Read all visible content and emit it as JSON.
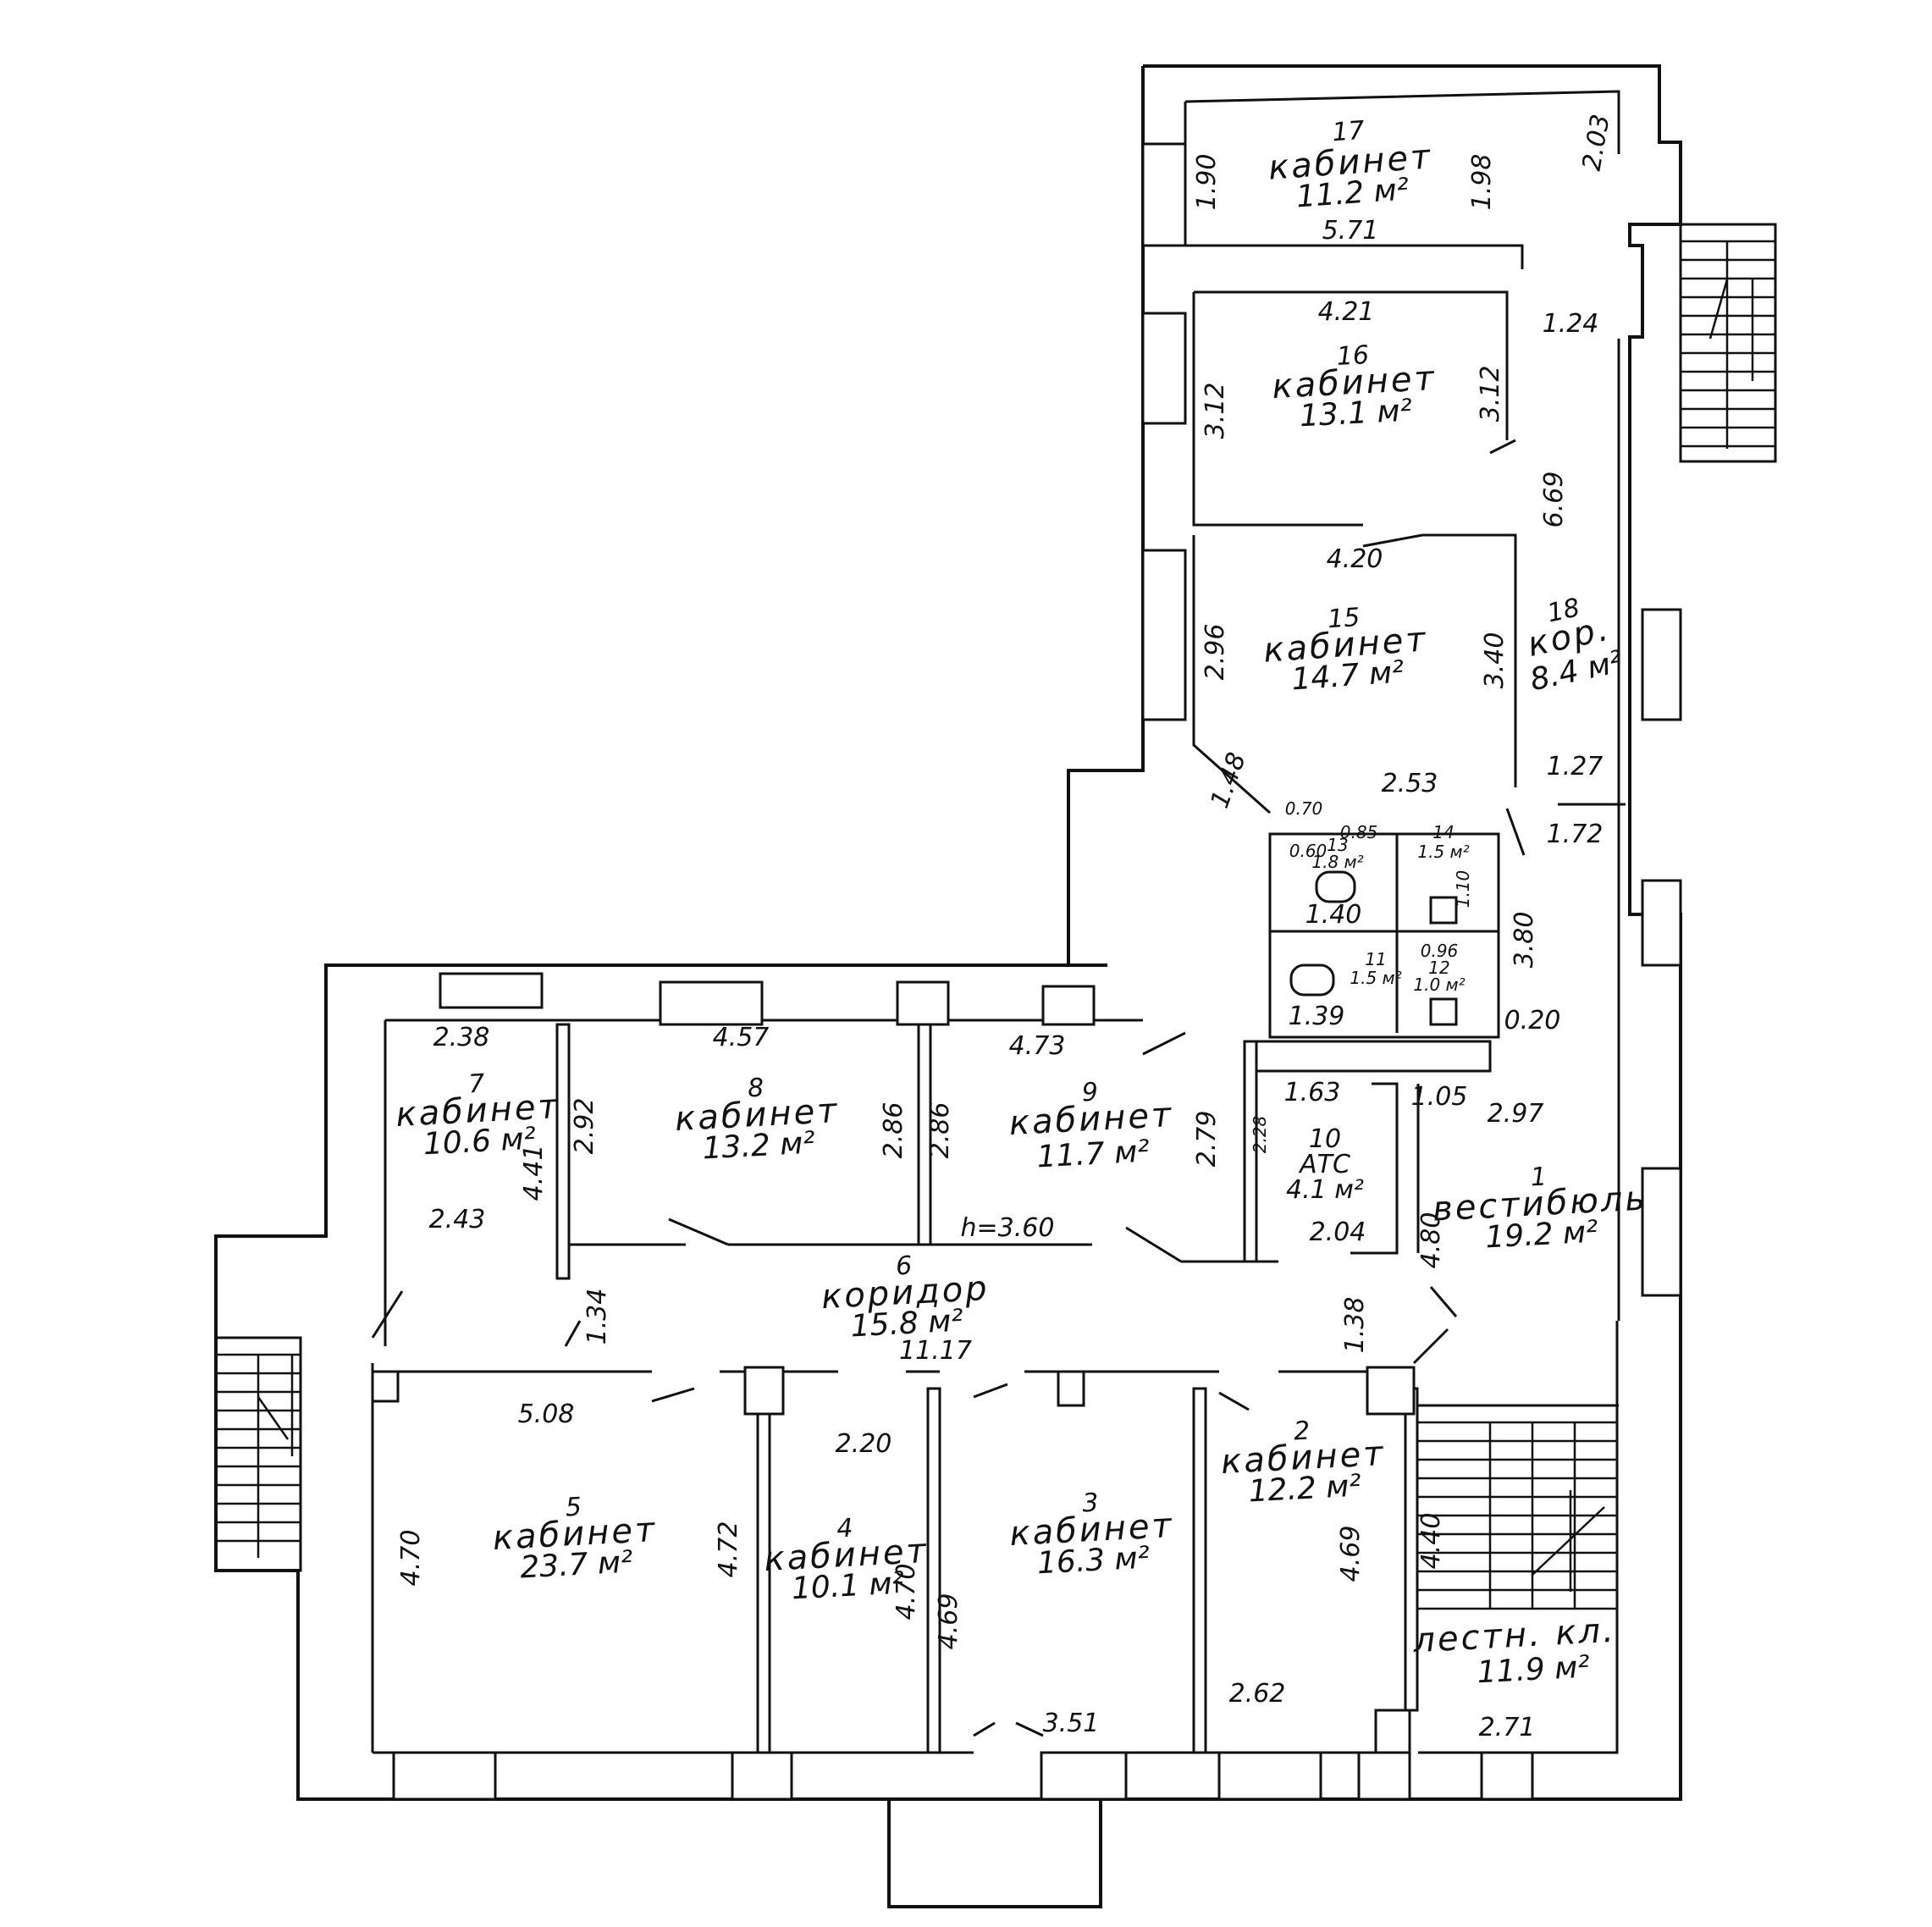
{
  "rooms": [
    {
      "id": "17",
      "num": "17",
      "name": "кабинет",
      "area": "11.2 м²"
    },
    {
      "id": "16",
      "num": "16",
      "name": "кабинет",
      "area": "13.1 м²"
    },
    {
      "id": "15",
      "num": "15",
      "name": "кабинет",
      "area": "14.7 м²"
    },
    {
      "id": "18",
      "num": "18",
      "name": "кор.",
      "area": "8.4 м²"
    },
    {
      "id": "14",
      "num": "14",
      "name": "",
      "area": "1.5 м²"
    },
    {
      "id": "13",
      "num": "13",
      "name": "",
      "area": "1.8 м²"
    },
    {
      "id": "12",
      "num": "12",
      "name": "",
      "area": "1.0 м²"
    },
    {
      "id": "11",
      "num": "11",
      "name": "",
      "area": "1.5 м²"
    },
    {
      "id": "10",
      "num": "10",
      "name": "АТС",
      "area": "4.1 м²"
    },
    {
      "id": "1",
      "num": "1",
      "name": "вестибюль",
      "area": "19.2 м²"
    },
    {
      "id": "9",
      "num": "9",
      "name": "кабинет",
      "area": "11.7 м²"
    },
    {
      "id": "8",
      "num": "8",
      "name": "кабинет",
      "area": "13.2 м²"
    },
    {
      "id": "7",
      "num": "7",
      "name": "кабинет",
      "area": "10.6 м²"
    },
    {
      "id": "6",
      "num": "6",
      "name": "коридор",
      "area": "15.8 м²"
    },
    {
      "id": "5",
      "num": "5",
      "name": "кабинет",
      "area": "23.7 м²"
    },
    {
      "id": "4",
      "num": "4",
      "name": "кабинет",
      "area": "10.1 м²"
    },
    {
      "id": "3",
      "num": "3",
      "name": "кабинет",
      "area": "16.3 м²"
    },
    {
      "id": "2",
      "num": "2",
      "name": "кабинет",
      "area": "12.2 м²"
    },
    {
      "id": "stair",
      "num": "",
      "name": "лестн. кл.",
      "area": "11.9 м²"
    }
  ],
  "dims": {
    "d17_left": "1.90",
    "d17_right": "1.98",
    "d17_bottom": "5.71",
    "d17_side": "2.03",
    "d16_top": "4.21",
    "d16_left": "3.12",
    "d16_right": "3.12",
    "d16_side": "1.24",
    "d15_top": "4.20",
    "d15_left": "2.96",
    "d15_right": "3.40",
    "d15_diag": "1.48",
    "d15_bottom": "2.53",
    "d18_len": "6.69",
    "d18_w1": "1.27",
    "d18_w2": "1.72",
    "d_070": "0.70",
    "d_060": "0.60",
    "d_085": "0.85",
    "d_140": "1.40",
    "d_139": "1.39",
    "d_380": "3.80",
    "d_020": "0.20",
    "d_096": "0.96",
    "d_110": "1.10",
    "d7_top": "2.38",
    "d7_right": "2.92",
    "d7_side": "4.41",
    "d7_bottom": "2.43",
    "d8_top": "4.57",
    "d8_right": "2.86",
    "d8_right2": "2.86",
    "d9_top": "4.73",
    "d9_right": "2.79",
    "d9_h": "h=3.60",
    "d10_left": "2.28",
    "d10_top": "1.63",
    "d10_bottom": "2.04",
    "d1_top_a": "1.05",
    "d1_top_b": "2.97",
    "d1_left": "4.80",
    "d6_a": "1.34",
    "d6_b": "1.38",
    "d6_len": "11.17",
    "d5_top": "5.08",
    "d5_left": "4.70",
    "d5_right": "4.72",
    "d4_top": "2.20",
    "d4_right": "4.70",
    "d3_left": "4.69",
    "d3_bottom": "3.51",
    "d2_right": "4.69",
    "d2_bottom": "2.62",
    "dst_left": "4.40",
    "dst_bottom": "2.71"
  }
}
